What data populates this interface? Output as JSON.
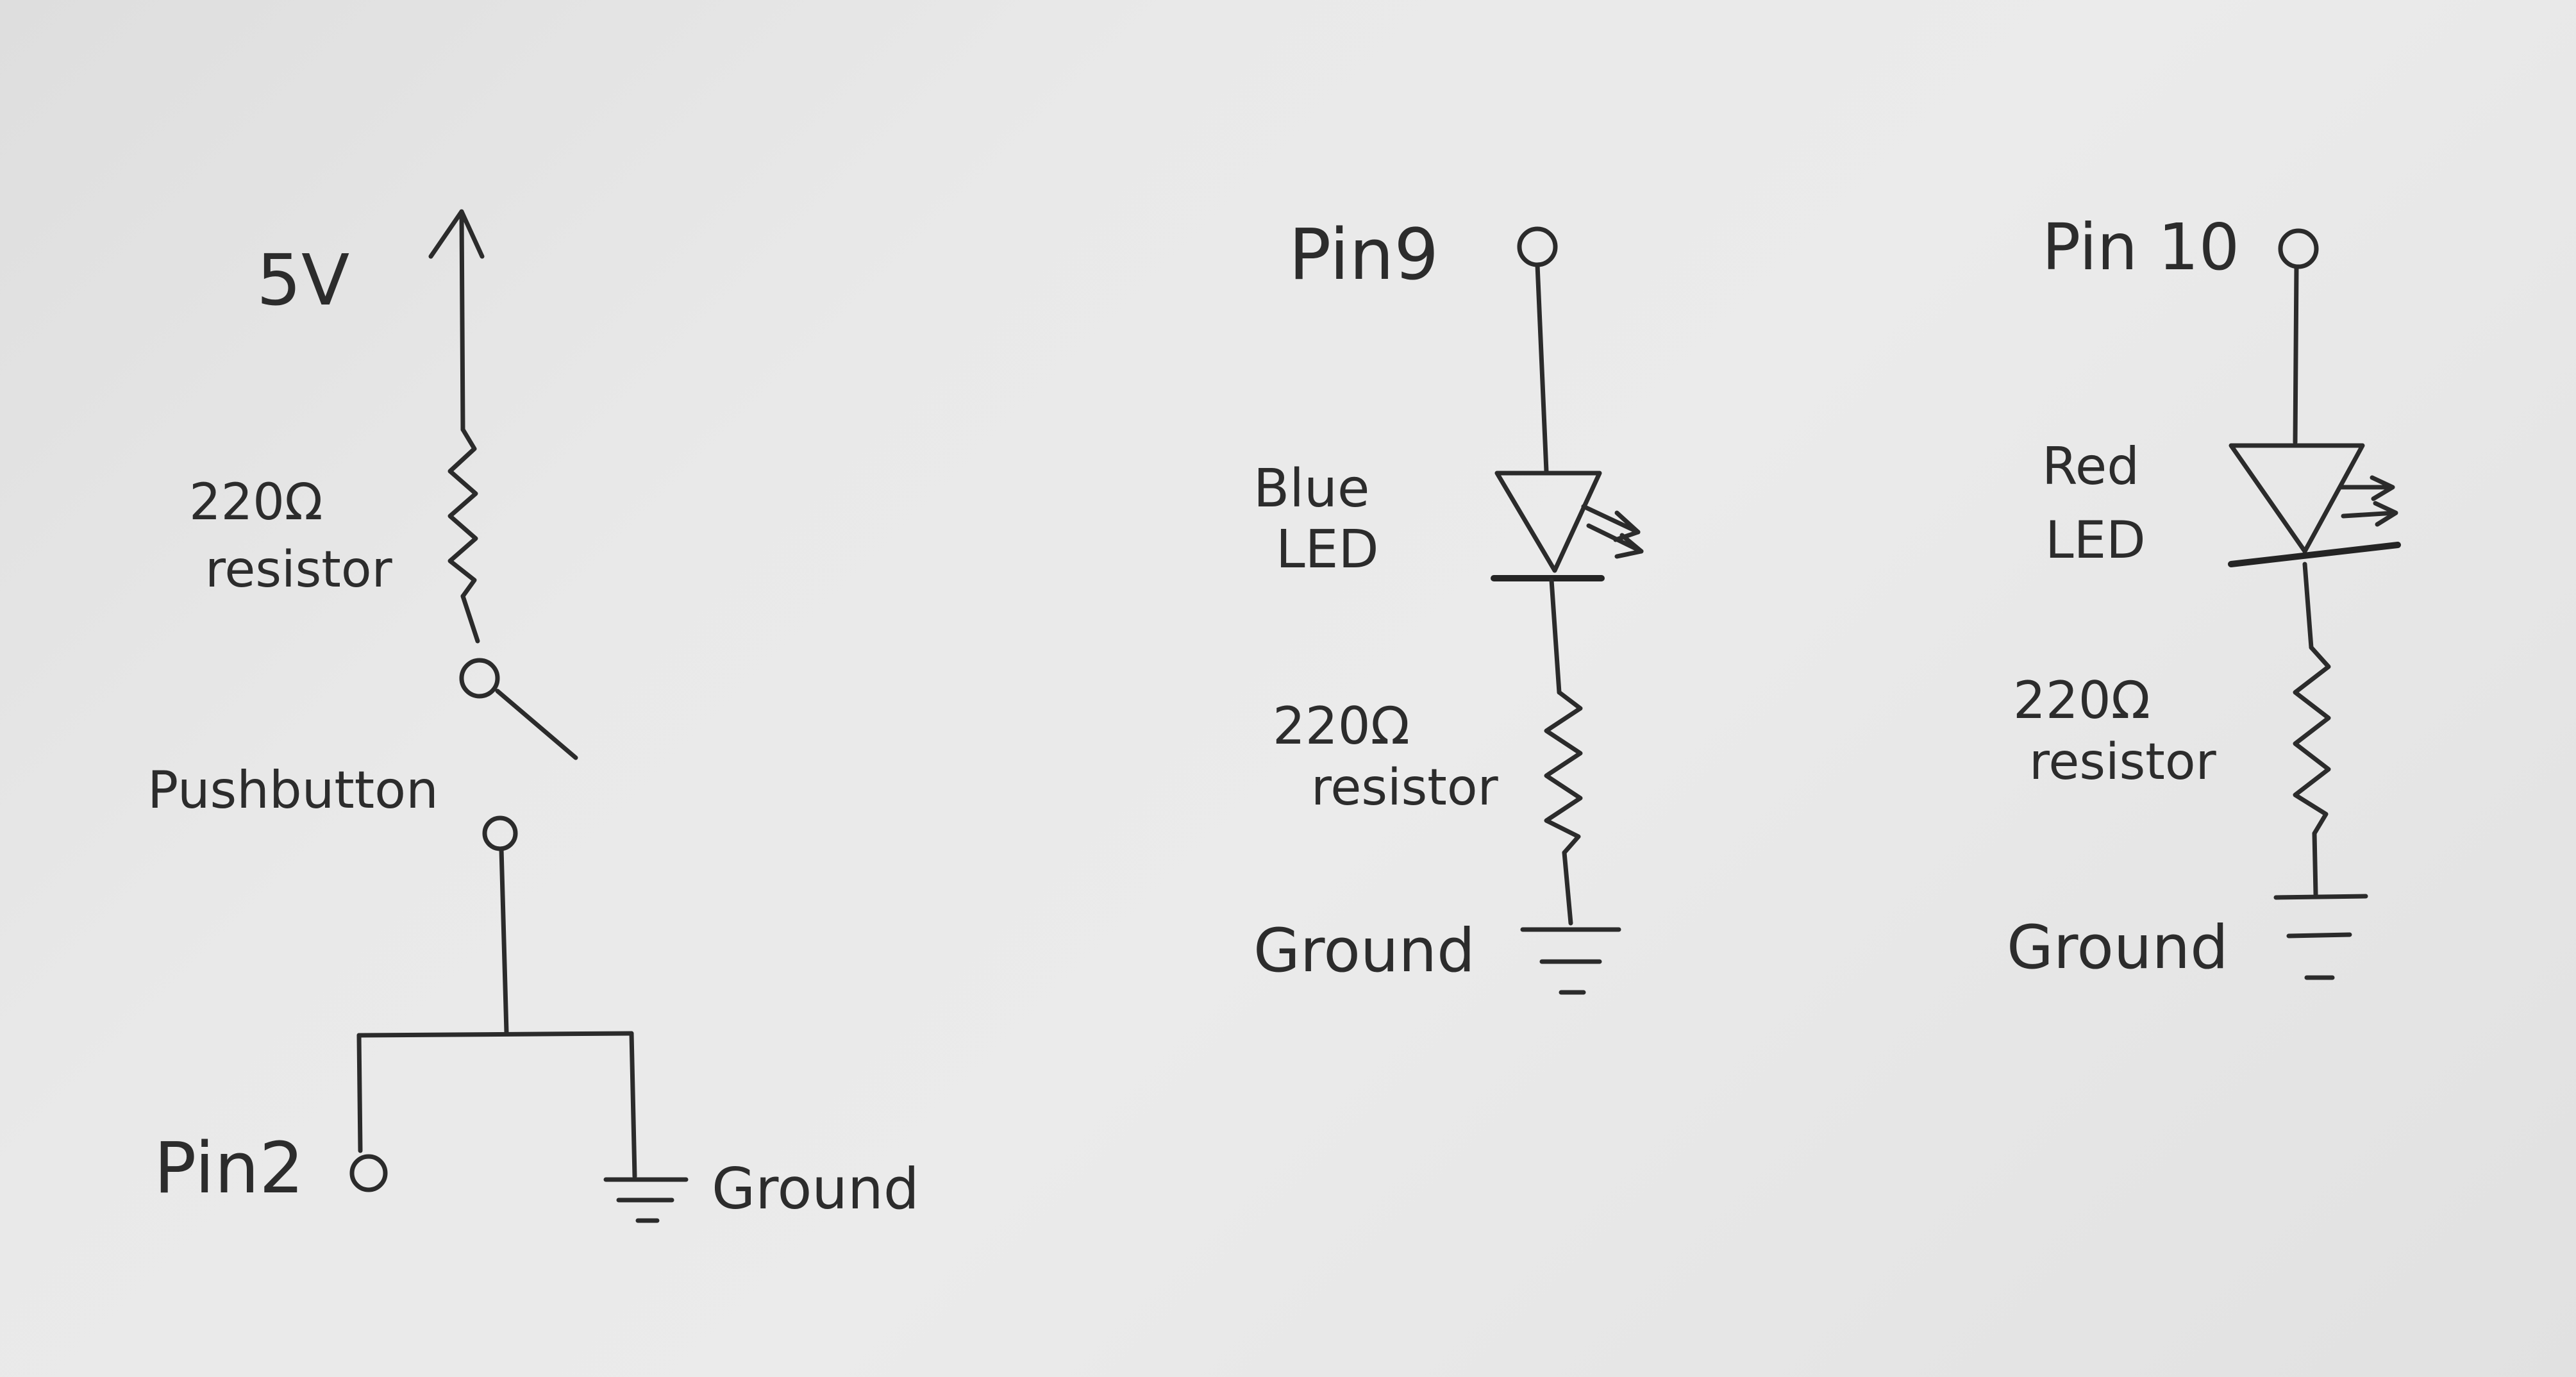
{
  "diagram": {
    "left_circuit": {
      "supply_label": "5V",
      "resistor_value": "220Ω",
      "resistor_word": "resistor",
      "switch_label": "Pushbutton",
      "pin_label": "Pin2",
      "ground_label": "Ground"
    },
    "middle_circuit": {
      "pin_label": "Pin9",
      "led_color": "Blue",
      "led_word": "LED",
      "resistor_value": "220Ω",
      "resistor_word": "resistor",
      "ground_label": "Ground"
    },
    "right_circuit": {
      "pin_label": "Pin 10",
      "led_color": "Red",
      "led_word": "LED",
      "resistor_value": "220Ω",
      "resistor_word": "resistor",
      "ground_label": "Ground"
    }
  }
}
